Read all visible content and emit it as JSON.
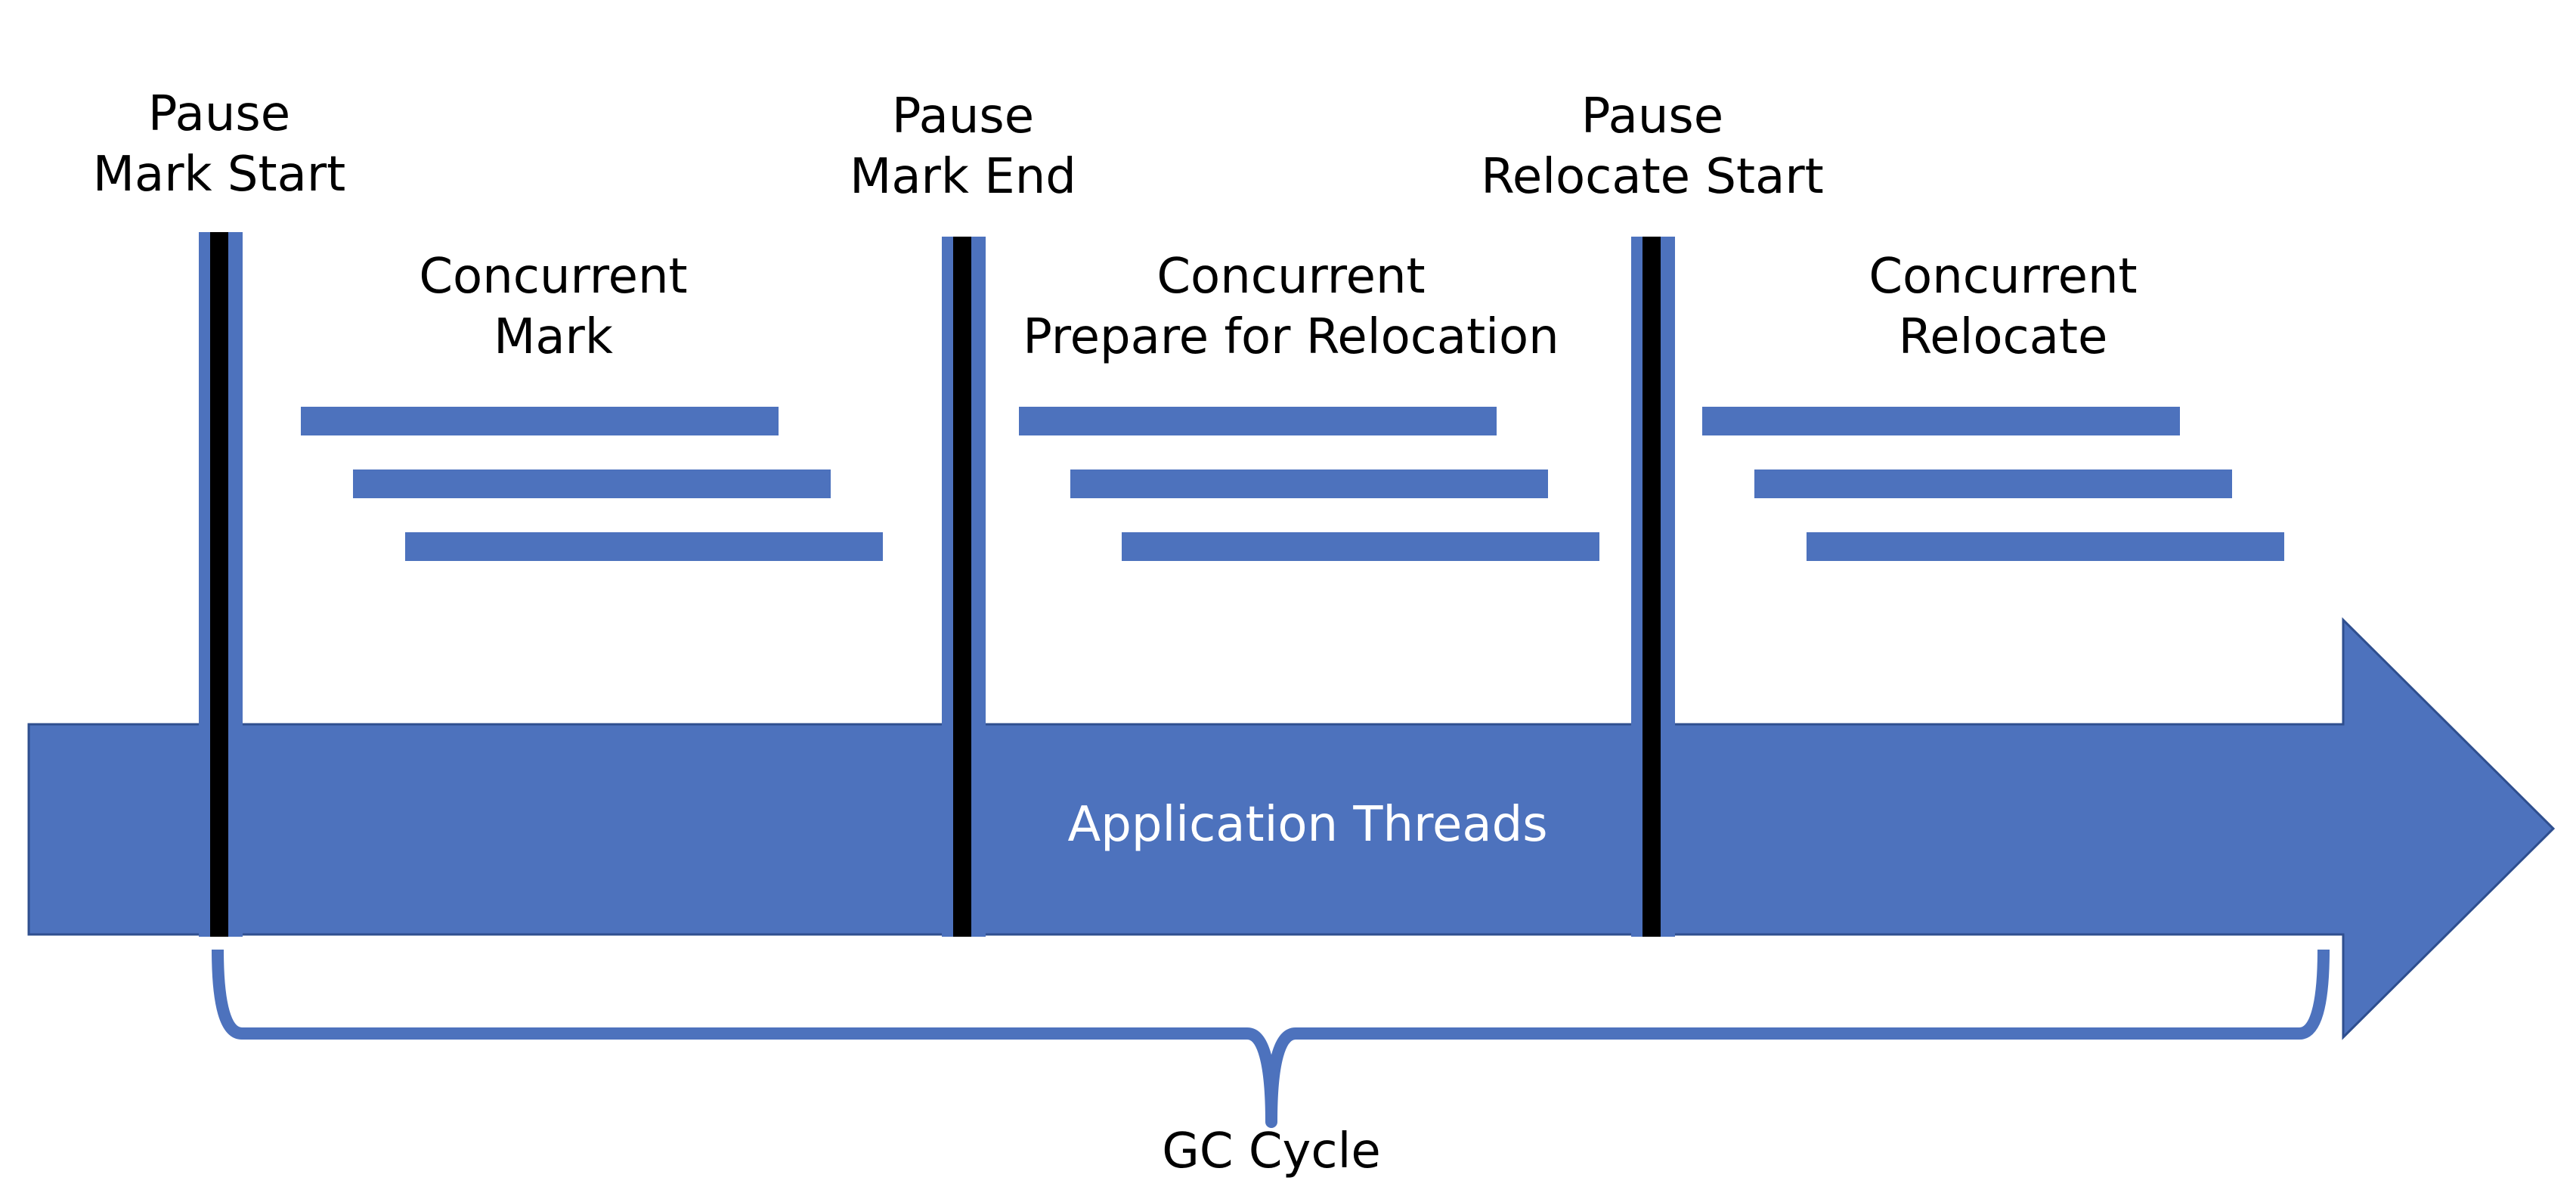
{
  "colors": {
    "accent": "#4D72BD",
    "accent_stroke": "#2F4F8F",
    "pause_line": "#000000",
    "label_text": "#000000",
    "arrow_text": "#FFFFFF",
    "background": "#FFFFFF"
  },
  "pauses": [
    {
      "line1": "Pause",
      "line2": "Mark Start"
    },
    {
      "line1": "Pause",
      "line2": "Mark End"
    },
    {
      "line1": "Pause",
      "line2": "Relocate Start"
    }
  ],
  "phases": [
    {
      "line1": "Concurrent",
      "line2": "Mark"
    },
    {
      "line1": "Concurrent",
      "line2": "Prepare for Relocation"
    },
    {
      "line1": "Concurrent",
      "line2": "Relocate"
    }
  ],
  "threads_per_phase": 3,
  "application_label": "Application Threads",
  "cycle_label": "GC Cycle"
}
